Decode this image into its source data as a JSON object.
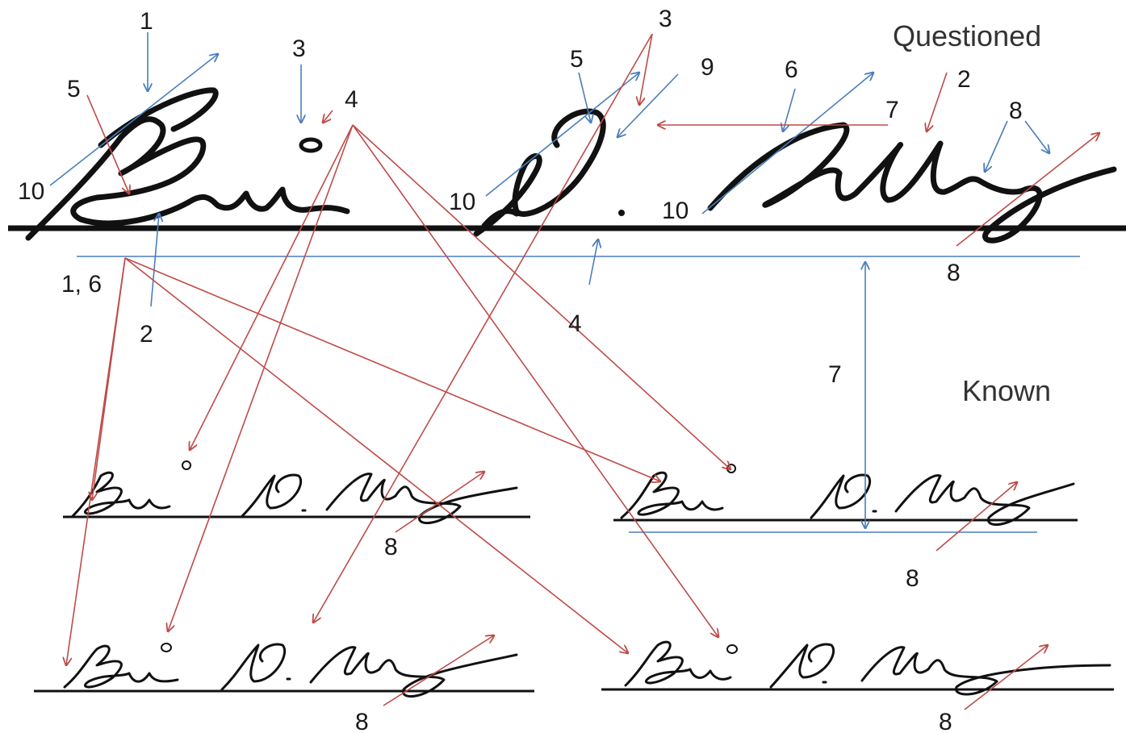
{
  "headings": {
    "questioned": "Questioned",
    "known": "Known"
  },
  "labels": {
    "q1": "1",
    "q3_left": "3",
    "q4": "4",
    "q5_left": "5",
    "q10_left": "10",
    "q1_6": "1, 6",
    "q2_left": "2",
    "q5_mid": "5",
    "q3_mid": "3",
    "q9": "9",
    "q10_mid": "10",
    "q6": "6",
    "q7_top": "7",
    "q2_right": "2",
    "q8_top": "8",
    "q10_right": "10",
    "q8_right": "8",
    "q4_lower": "4",
    "q7_side": "7",
    "k8_a": "8",
    "k8_b": "8",
    "k8_c": "8",
    "k8_d": "8"
  },
  "colors": {
    "blue_arrow": "#4a7ebb",
    "red_arrow": "#be4b48",
    "ink": "#111111"
  }
}
